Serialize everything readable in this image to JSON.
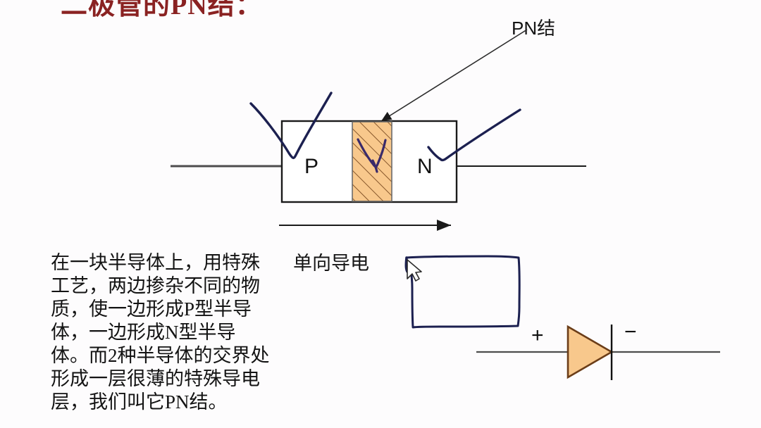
{
  "slide": {
    "title": "二极管的PN结：",
    "title_color": "#8a2222",
    "background": "#fdfcfd"
  },
  "diagram": {
    "callout_label": "PN结",
    "region_p_label": "P",
    "region_n_label": "N",
    "junction_fill": "#f8c88c",
    "junction_hatch_color": "#7a4a20",
    "box_border_color": "#1a1a1a",
    "lead_wire_color": "#4d4d4d",
    "arrow_caption": "单向导电",
    "arrow_color": "#1a1a1a"
  },
  "diode_symbol": {
    "plus_label": "+",
    "minus_label": "−",
    "triangle_fill": "#f8c88c",
    "triangle_stroke": "#6b3d18",
    "wire_color": "#4d4d4d",
    "bar_color": "#101010"
  },
  "annotations": {
    "ink_color": "#1c2050",
    "ink_color_secondary": "#3a2a6a",
    "strokes": [
      "check-mark-over-p-region",
      "check-mark-inside-junction",
      "check-mark-over-n-region",
      "hand-drawn-rectangle"
    ],
    "cursor": "arrow-pointer"
  },
  "body": {
    "paragraph": "在一块半导体上，用特殊工艺，两边掺杂不同的物质，使一边形成P型半导体，一边形成N型半导体。而2种半导体的交界处形成一层很薄的特殊导电层，我们叫它PN结。"
  }
}
